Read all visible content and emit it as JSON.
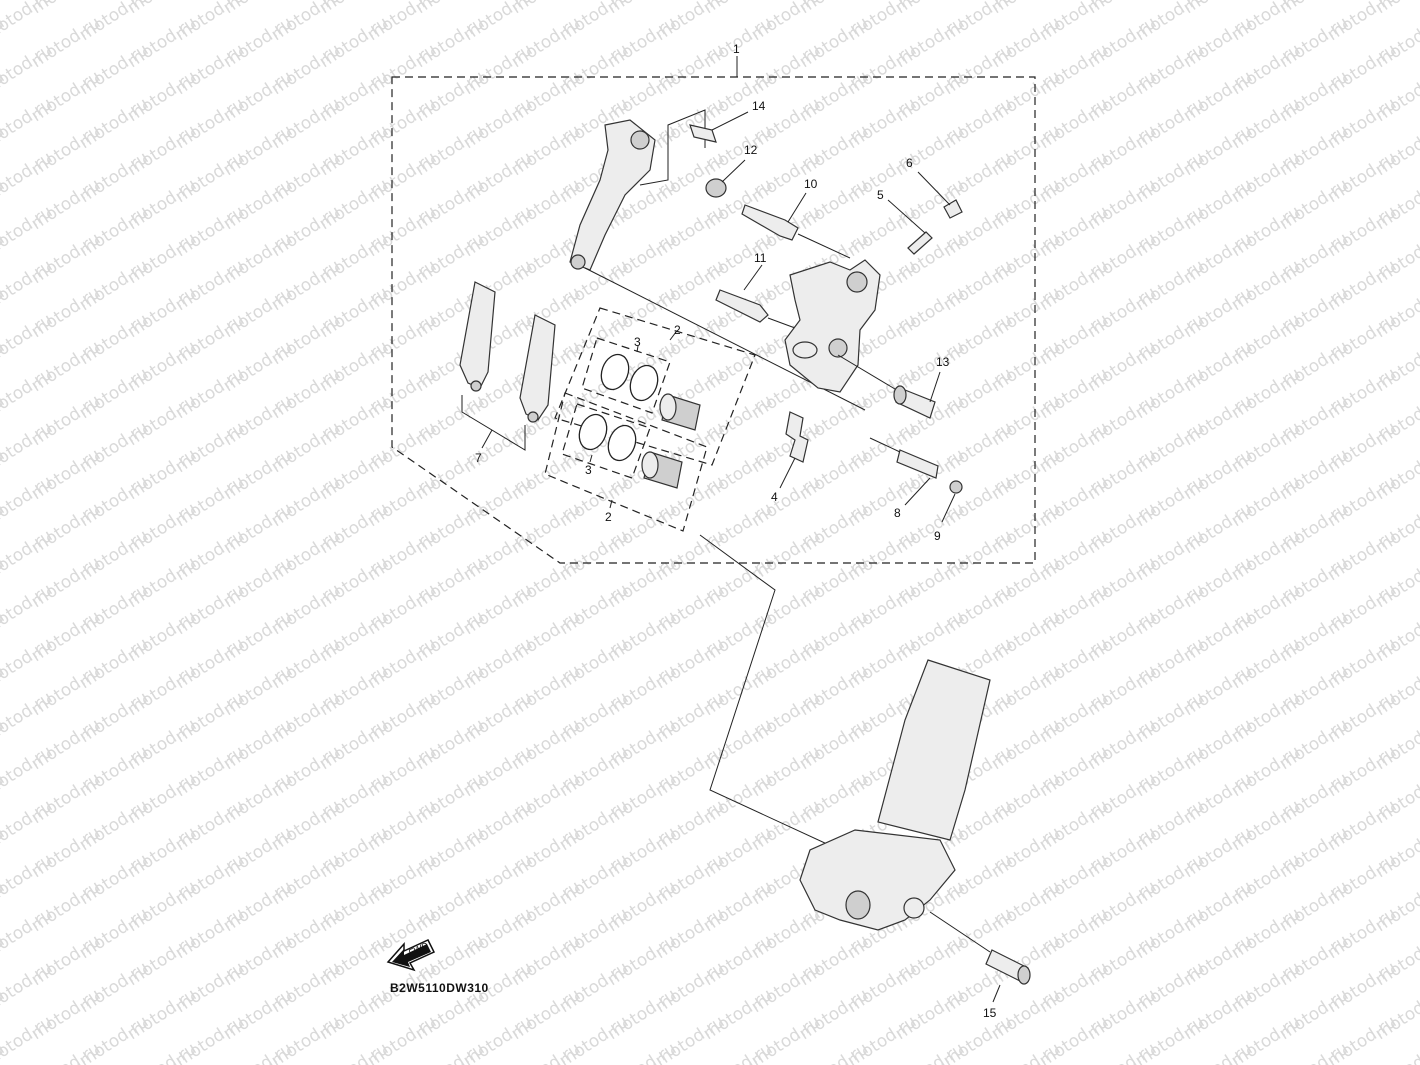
{
  "watermark": {
    "text": "motod.ru"
  },
  "diagram_code": "B2W5110DW310",
  "direction_arrow": {
    "label": "FWD",
    "icon": "front-direction-arrow-icon"
  },
  "callouts": [
    {
      "id": "c1",
      "label": "1"
    },
    {
      "id": "c2a",
      "label": "2"
    },
    {
      "id": "c2b",
      "label": "2"
    },
    {
      "id": "c3a",
      "label": "3"
    },
    {
      "id": "c3b",
      "label": "3"
    },
    {
      "id": "c4",
      "label": "4"
    },
    {
      "id": "c5",
      "label": "5"
    },
    {
      "id": "c6",
      "label": "6"
    },
    {
      "id": "c7",
      "label": "7"
    },
    {
      "id": "c8",
      "label": "8"
    },
    {
      "id": "c9",
      "label": "9"
    },
    {
      "id": "c10",
      "label": "10"
    },
    {
      "id": "c11",
      "label": "11"
    },
    {
      "id": "c12",
      "label": "12"
    },
    {
      "id": "c13",
      "label": "13"
    },
    {
      "id": "c14",
      "label": "14"
    },
    {
      "id": "c15",
      "label": "15"
    }
  ]
}
